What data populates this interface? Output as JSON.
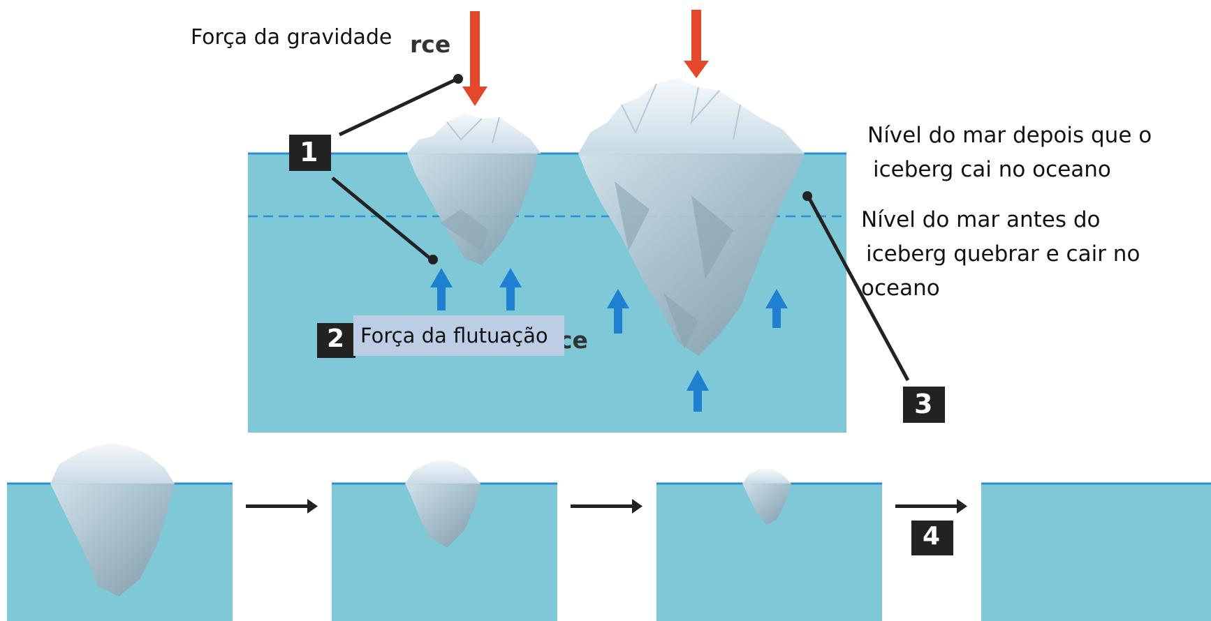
{
  "labels": {
    "gravity": "Força da gravidade",
    "gravity_fragment": "rce",
    "buoyancy": "Força da flutuação",
    "buoyancy_fragment": "ce",
    "sea_after_line1": "Nível do mar depois que o",
    "sea_after_line2": "iceberg cai no oceano",
    "sea_before_line1": "Nível do mar antes do",
    "sea_before_line2": "iceberg quebrar e cair no",
    "sea_before_line3": "oceano"
  },
  "markers": [
    "1",
    "2",
    "3",
    "4"
  ],
  "colors": {
    "water": "#7ec8d8",
    "water_line": "#2a8ed3",
    "gravity_arrow": "#e5472b",
    "buoyancy_arrow": "#1f7fd0",
    "marker_bg": "#222222",
    "label_box": "#bccde5"
  }
}
